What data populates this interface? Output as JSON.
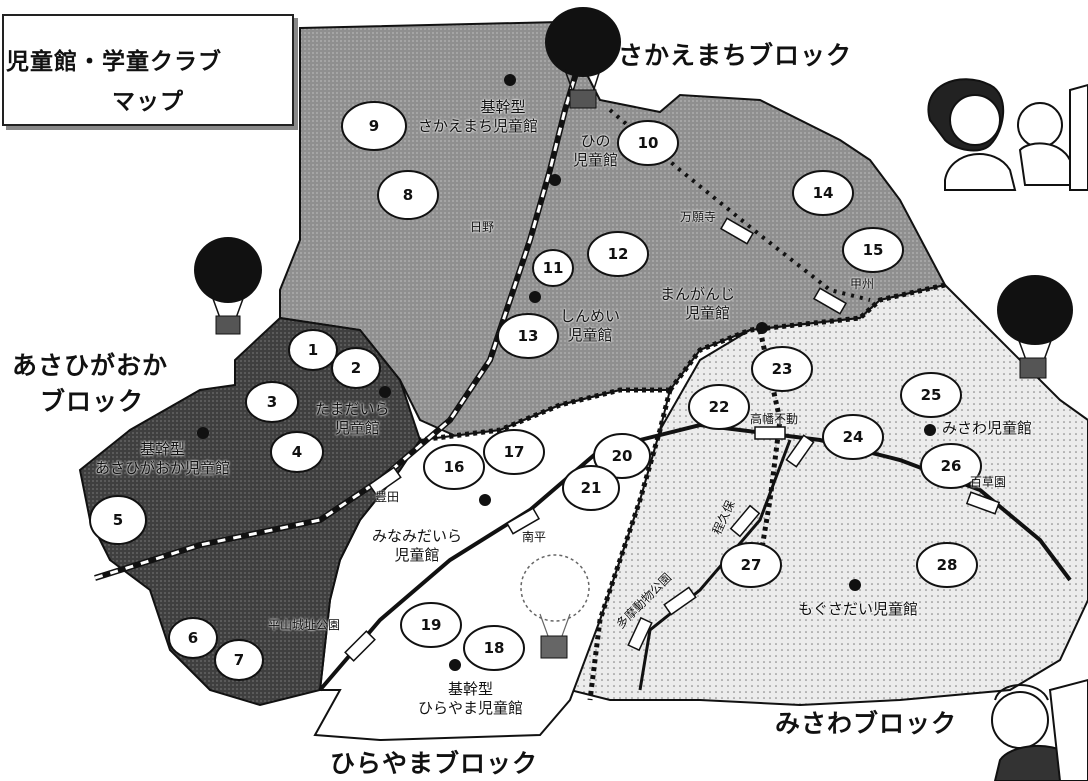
{
  "title": {
    "line1": "児童館・学童クラブ",
    "line2": "マップ"
  },
  "blocks": {
    "sakaemachi": "さかえまちブロック",
    "asahigaoka_1": "あさひがおか",
    "asahigaoka_2": "ブロック",
    "misawa": "みさわブロック",
    "hirayama": "ひらやまブロック"
  },
  "facilities": {
    "sakaemachi": {
      "line1": "基幹型",
      "line2": "さかえまち児童館"
    },
    "hino": {
      "line1": "ひの",
      "line2": "児童館"
    },
    "shinmei": {
      "line1": "しんめい",
      "line2": "児童館"
    },
    "mankanji": {
      "line1": "まんがんじ",
      "line2": "児童館"
    },
    "tamadaira": {
      "line1": "たまだいら",
      "line2": "児童館"
    },
    "asahigaoka": {
      "line1": "基幹型",
      "line2": "あさひがおか児童館"
    },
    "minamidaira": {
      "line1": "みなみだいら",
      "line2": "児童館"
    },
    "hirayama": {
      "line1": "基幹型",
      "line2": "ひらやま児童館"
    },
    "misawa": {
      "line1": "みさわ児童館"
    },
    "mogusadai": {
      "line1": "もぐさだい児童館"
    }
  },
  "stations": {
    "hino": "日野",
    "manganji": "万願寺",
    "koshu": "甲州",
    "toyoda": "豊田",
    "minamidaira": "南平",
    "takahatafudo": "高幡不動",
    "mogusaen": "百草園",
    "hodokubo": "程久保",
    "tamadobutsukoen": "多摩動物公園",
    "hirayamajoshikoen": "平山城址公園"
  },
  "zones": [
    "1",
    "2",
    "3",
    "4",
    "5",
    "6",
    "7",
    "8",
    "9",
    "10",
    "11",
    "12",
    "13",
    "14",
    "15",
    "16",
    "17",
    "18",
    "19",
    "20",
    "21",
    "22",
    "23",
    "24",
    "25",
    "26",
    "27",
    "28"
  ],
  "colors": {
    "north_region": "#9a9a9a",
    "west_region": "#505050",
    "east_region": "#ececec",
    "south_region": "#ffffff",
    "outline": "#111111",
    "rail": "#111111"
  }
}
